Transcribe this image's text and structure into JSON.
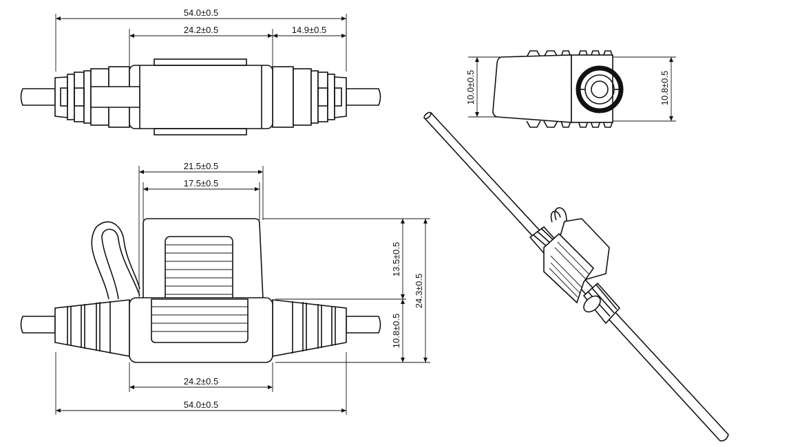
{
  "drawing": {
    "top_view": {
      "overall_length": "54.0±0.5",
      "body_length": "24.2±0.5",
      "boot_length": "14.9±0.5"
    },
    "side_view": {
      "cap_outer_width": "21.5±0.5",
      "cap_inner_width": "17.5±0.5",
      "cap_height": "13.5±0.5",
      "total_height": "24.3±0.5",
      "base_height": "10.8±0.5",
      "body_length": "24.2±0.5",
      "overall_length": "54.0±0.5"
    },
    "end_view": {
      "height_left": "10.0±0.5",
      "height_right": "10.8±0.5"
    }
  }
}
